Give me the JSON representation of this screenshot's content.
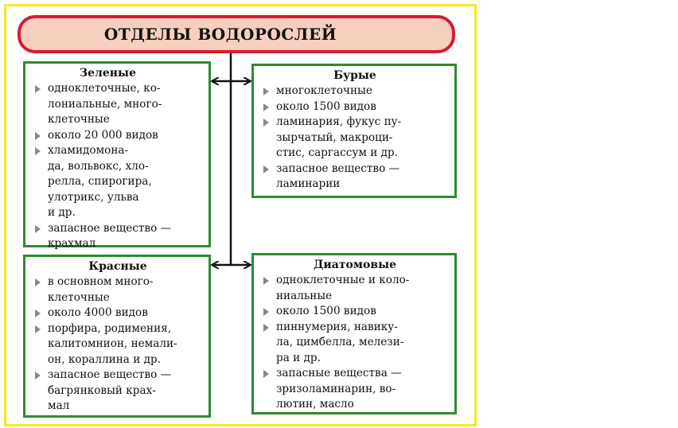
{
  "title": "ОТДЕЛЫ ВОДОРОСЛЕЙ",
  "sections": {
    "green": {
      "heading": "Зеленые",
      "items": [
        "одноклеточные, ко-\nлониальные, много-\nклеточные",
        "около 20 000 видов",
        "хламидомона-\nда, вольвокс, хло-\nрелла, спирогира,\nулотрикс, ульва\nи др.",
        "запасное вещество —\nкрахмал"
      ]
    },
    "brown": {
      "heading": "Бурые",
      "items": [
        "многоклеточные",
        "около 1500 видов",
        "ламинария, фукус пу-\nзырчатый, макроци-\nстис, саргассум и др.",
        "запасное вещество —\nламинарии"
      ]
    },
    "red": {
      "heading": "Красные",
      "items": [
        "в основном много-\nклеточные",
        "около 4000 видов",
        "порфира, родимения,\nкалитомнион, немали-\nон, кораллина и др.",
        "запасное вещество —\nбагрянковый крах-\nмал"
      ]
    },
    "diatom": {
      "heading": "Диатомовые",
      "items": [
        "одноклеточные и коло-\nниальные",
        "около 1500 видов",
        "пиннумерия, навику-\nла, цимбелла, мелези-\nра и др.",
        "запасные вещества —\nзризоламинарин, во-\nлютин, масло"
      ]
    }
  },
  "colors": {
    "frame": "#f2ea1f",
    "title_fill": "#f6cfbe",
    "title_border": "#d81b2e",
    "box_border": "#2e8b2e",
    "bullet": "#888888",
    "connector": "#111111"
  }
}
